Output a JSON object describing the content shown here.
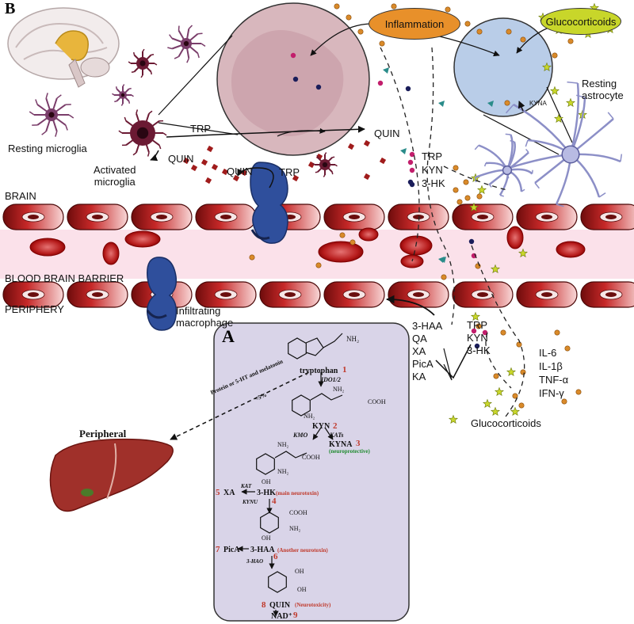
{
  "panel_labels": {
    "b": "B",
    "a": "A"
  },
  "brain_region": {
    "resting_microglia": "Resting microglia",
    "activated_microglia": "Activated\nmicroglia",
    "resting_astrocyte": "Resting\nastrocyte",
    "trp_near_microglia": "TRP",
    "quin_left": "QUIN",
    "quin_mid": "QUIN",
    "trp_mid": "TRP",
    "quin_up": "QUIN",
    "trp_brain": "TRP",
    "kyn_brain": "KYN",
    "hk_brain": "3-HK",
    "kyna_astro": "KYNA"
  },
  "triggers": {
    "inflammation": "Inflammation",
    "glucocorticoids": "Glucocorticoids"
  },
  "zones": {
    "brain": "BRAIN",
    "bbb": "BLOOD BRAIN BARRIER",
    "periphery": "PERIPHERY"
  },
  "periphery": {
    "infiltrating_macrophage": "Infiltrating\nmacrophage",
    "metabolites_left": [
      "3-HAA",
      "QA",
      "XA",
      "PicA",
      "KA"
    ],
    "trp_periph": "TRP",
    "kyn_periph": "KYN",
    "hk_periph": "3-HK",
    "cytokines": [
      "IL-6",
      "IL-1β",
      "TNF-α",
      "IFN-γ"
    ],
    "glucocorticoids_bottom": "Glucocorticoids",
    "peripheral": "Peripheral"
  },
  "pathway": {
    "side_note": "Protein or 5-HT and melatonin",
    "side_pct": "<5%",
    "nh3_top": "NH₂",
    "tryptophan": "tryptophan",
    "tryptophan_num": "1",
    "ido": "IDO1/2",
    "nh2_kyn": "NH₂",
    "cooh_kyn": "COOH",
    "nh2_ring": "NH₂",
    "kyn": "KYN",
    "kyn_num": "2",
    "kmo": "KMO",
    "kats": "KATs",
    "kyna": "KYNA",
    "kyna_num": "3",
    "kyna_note": "(neuroprotective)",
    "nh2_hk": "NH₂",
    "cooh_hk": "COOH",
    "nh2_hk_ring": "NH₂",
    "oh_hk": "OH",
    "xa_num": "5",
    "xa": "XA",
    "kat": "KAT",
    "hk": "3-HK",
    "hk_num": "4",
    "hk_note": "(main neurotoxin)",
    "kynu": "KYNU",
    "cooh_haa": "COOH",
    "nh2_haa": "NH₂",
    "oh_haa": "OH",
    "pica_num": "7",
    "pica": "PicA",
    "haa": "3-HAA",
    "haa_num": "6",
    "haa_note": "(Another neurotoxin)",
    "hao": "3-HAO",
    "oh_quin1": "OH",
    "oh_quin2": "OH",
    "quin_num": "8",
    "quin": "QUIN",
    "quin_note": "(Neurotoxicity)",
    "nad": "NAD⁺",
    "nad_num": "9"
  },
  "colors": {
    "vessel_wall": "#a3201f",
    "rbc": "#b22222",
    "bbb_band": "#fbe1ea",
    "panel_a_bg": "#d9d4e8",
    "circle_pink": "#d8b7bd",
    "circle_blue": "#b9cde8",
    "inflammation": "#e8902a",
    "glucocorticoid": "#c8d62a",
    "macrophage": "#2f4f9c",
    "microglia": "#6b1a33",
    "astrocyte": "#8c8fc7"
  }
}
